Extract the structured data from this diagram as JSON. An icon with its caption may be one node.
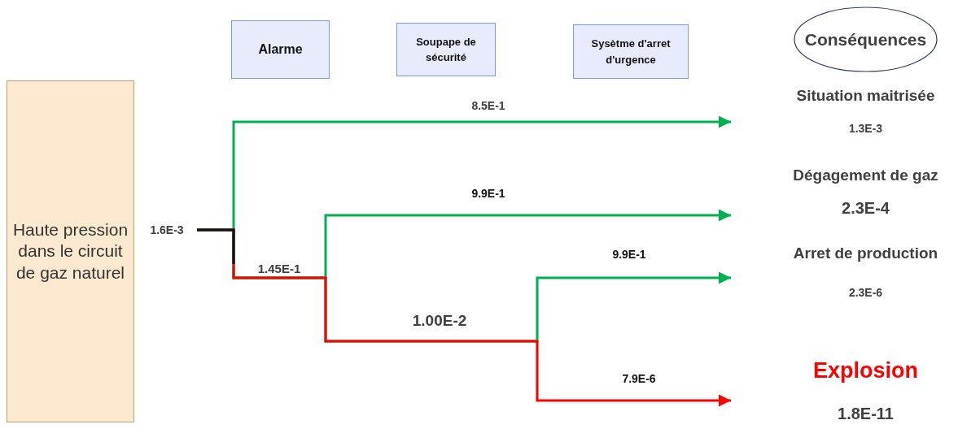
{
  "diagram": {
    "nodes": [
      {
        "text": [
          "Haute pression dans le circuit de gaz naturel"
        ]
      },
      {
        "text": [
          "Alarme"
        ]
      },
      {
        "text": [
          "Soupape de sécurité"
        ]
      },
      {
        "text": [
          "Sysètme d'arret d'urgence"
        ]
      },
      {
        "text": [
          "Conséquences"
        ]
      },
      {
        "text": [
          "Situation maitrisée",
          "1.3E-3"
        ]
      },
      {
        "text": [
          "Dégagement de gaz",
          "2.3E-4"
        ]
      },
      {
        "text": [
          "Arret de production",
          "2.3E-6"
        ]
      },
      {
        "text": [
          "Explosion",
          "1.8E-11"
        ]
      }
    ],
    "edges": [
      {
        "from": null,
        "to": 5,
        "arrow": "to",
        "label": "8.5E-1"
      },
      {
        "from": null,
        "to": 6,
        "arrow": "to",
        "label": "9.9E-1"
      },
      {
        "from": null,
        "to": 7,
        "arrow": "to",
        "label": "9.9E-1"
      },
      {
        "from": null,
        "to": 8,
        "arrow": "to",
        "label": "7.9E-6",
        "color": "#ff0000"
      }
    ],
    "labels": [
      "1.6E-3",
      "1.45E-1",
      "1.00E-2"
    ]
  }
}
